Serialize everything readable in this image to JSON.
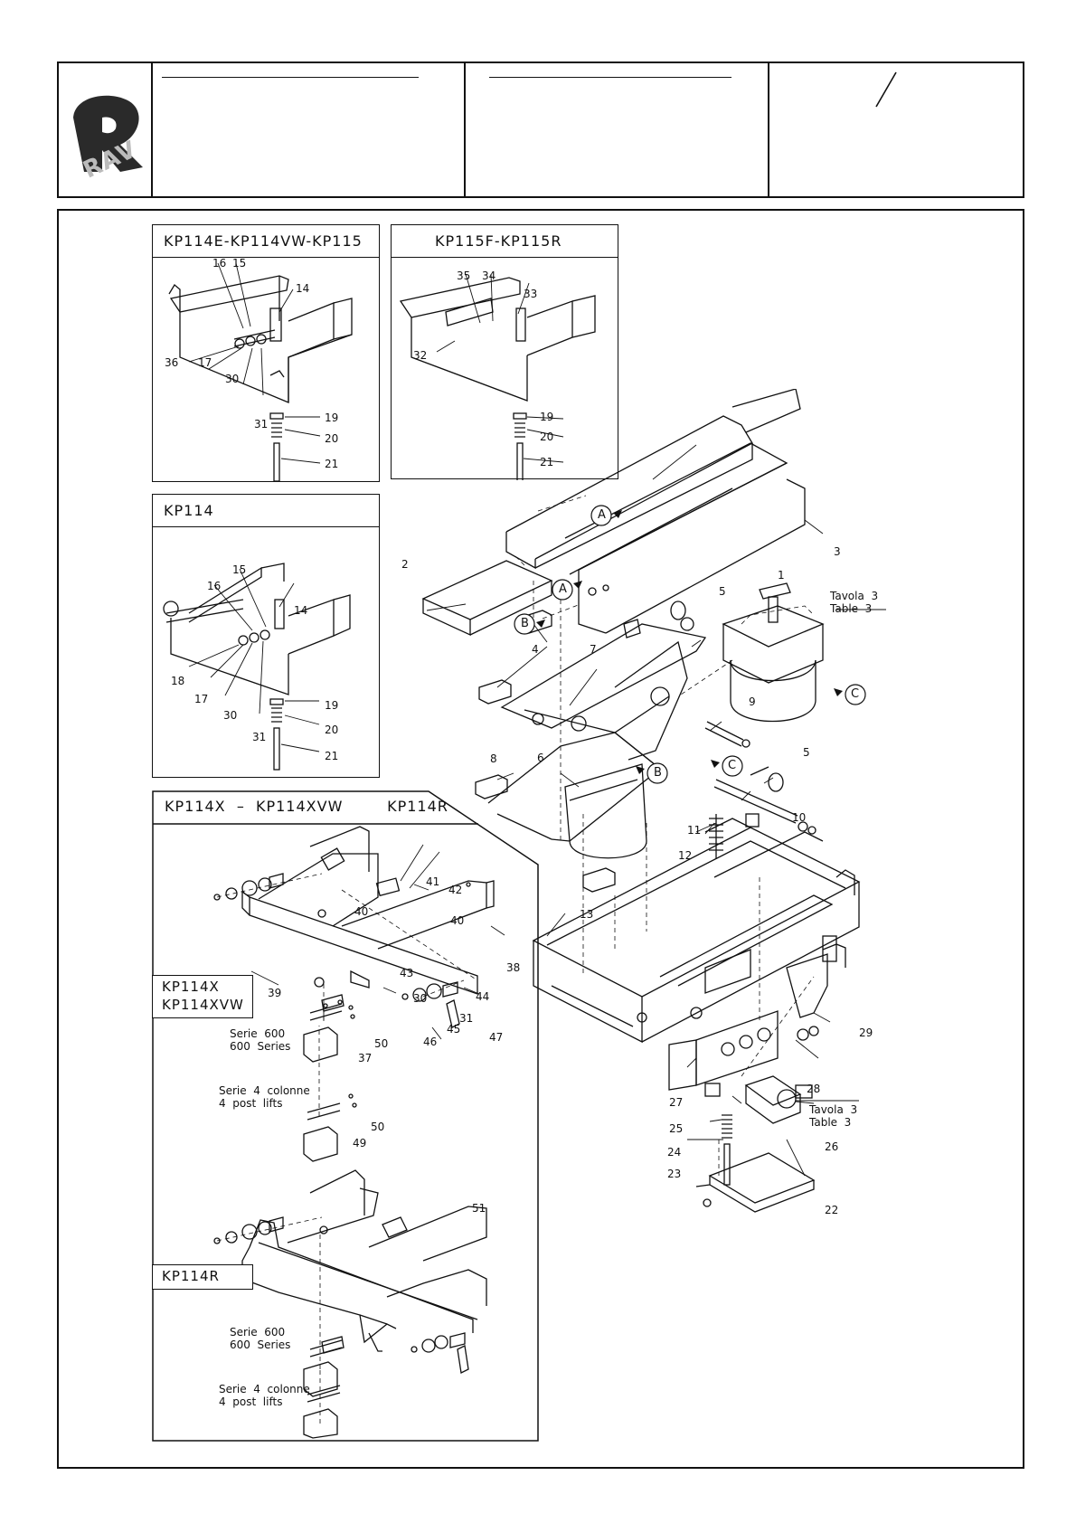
{
  "header": {
    "logo_text": "RAV"
  },
  "panels": {
    "p1": {
      "title": "KP114E-KP114VW-KP115",
      "labels": [
        "16",
        "15",
        "14",
        "36",
        "17",
        "30",
        "31",
        "19",
        "20",
        "21"
      ]
    },
    "p2": {
      "title": "KP115F-KP115R",
      "labels": [
        "35",
        "34",
        "33",
        "32",
        "19",
        "20",
        "21"
      ]
    },
    "p3": {
      "title": "KP114",
      "labels": [
        "15",
        "16",
        "14",
        "18",
        "17",
        "30",
        "31",
        "19",
        "20",
        "21"
      ]
    },
    "p4": {
      "title": "KP114X  –  KP114XVW        KP114R",
      "sub_x": "KP114X\nKP114XVW",
      "sub_r": "KP114R",
      "serie600_a": "Serie  600\n600  Series",
      "serie4_a": "Serie  4  colonne\n4  post  lifts",
      "serie600_b": "Serie  600\n600  Series",
      "serie4_b": "Serie  4  colonne\n4  post  lifts",
      "labels": [
        "41",
        "42",
        "40",
        "40",
        "43",
        "38",
        "39",
        "30",
        "44",
        "31",
        "45",
        "46",
        "47",
        "50",
        "37",
        "50",
        "49",
        "51"
      ]
    }
  },
  "main": {
    "labels": [
      "1",
      "2",
      "3",
      "4",
      "5",
      "5",
      "6",
      "7",
      "8",
      "9",
      "10",
      "11",
      "12",
      "13",
      "22",
      "23",
      "24",
      "25",
      "26",
      "27",
      "28",
      "29"
    ],
    "markers": [
      "A",
      "A",
      "B",
      "B",
      "C",
      "C"
    ],
    "table_ref_1": "Tavola  3\nTable  3",
    "table_ref_2": "Tavola  3\nTable  3"
  }
}
